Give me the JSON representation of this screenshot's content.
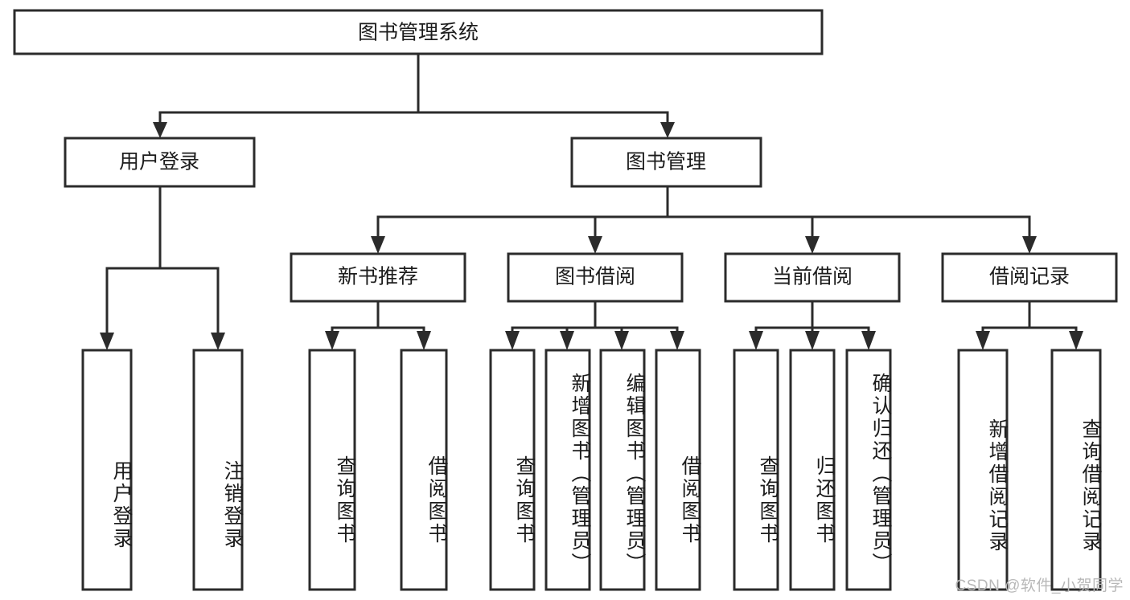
{
  "diagram": {
    "title": "图书管理系统",
    "watermark": "CSDN @软件_小贺同学",
    "colors": {
      "box_stroke": "#2b2b2b",
      "box_fill": "#ffffff",
      "text": "#1c1c1c",
      "background": "#ffffff",
      "watermark": "#b8b8b8"
    },
    "levels": {
      "root": {
        "label": "图书管理系统"
      },
      "level2": [
        {
          "label": "用户登录"
        },
        {
          "label": "图书管理"
        }
      ],
      "level3": [
        {
          "label": "新书推荐"
        },
        {
          "label": "图书借阅"
        },
        {
          "label": "当前借阅"
        },
        {
          "label": "借阅记录"
        }
      ],
      "leaves": [
        {
          "label": "用户登录",
          "parent": "用户登录"
        },
        {
          "label": "注销登录",
          "parent": "用户登录"
        },
        {
          "label": "查询图书",
          "parent": "新书推荐"
        },
        {
          "label": "借阅图书",
          "parent": "新书推荐"
        },
        {
          "label": "查询图书",
          "parent": "图书借阅"
        },
        {
          "label": "新增图书（管理员）",
          "parent": "图书借阅"
        },
        {
          "label": "编辑图书（管理员）",
          "parent": "图书借阅"
        },
        {
          "label": "借阅图书",
          "parent": "图书借阅"
        },
        {
          "label": "查询图书",
          "parent": "当前借阅"
        },
        {
          "label": "归还图书",
          "parent": "当前借阅"
        },
        {
          "label": "确认归还（管理员）",
          "parent": "当前借阅"
        },
        {
          "label": "新增借阅记录",
          "parent": "借阅记录"
        },
        {
          "label": "查询借阅记录",
          "parent": "借阅记录"
        }
      ]
    }
  },
  "chart_data": {
    "type": "diagram",
    "title": "图书管理系统",
    "structure": "tree",
    "nodes": [
      {
        "id": "n0",
        "label": "图书管理系统",
        "level": 0,
        "parent": null
      },
      {
        "id": "n1",
        "label": "用户登录",
        "level": 1,
        "parent": "n0"
      },
      {
        "id": "n2",
        "label": "图书管理",
        "level": 1,
        "parent": "n0"
      },
      {
        "id": "n3",
        "label": "用户登录",
        "level": 2,
        "parent": "n1"
      },
      {
        "id": "n4",
        "label": "注销登录",
        "level": 2,
        "parent": "n1"
      },
      {
        "id": "n5",
        "label": "新书推荐",
        "level": 2,
        "parent": "n2"
      },
      {
        "id": "n6",
        "label": "图书借阅",
        "level": 2,
        "parent": "n2"
      },
      {
        "id": "n7",
        "label": "当前借阅",
        "level": 2,
        "parent": "n2"
      },
      {
        "id": "n8",
        "label": "借阅记录",
        "level": 2,
        "parent": "n2"
      },
      {
        "id": "n9",
        "label": "查询图书",
        "level": 3,
        "parent": "n5"
      },
      {
        "id": "n10",
        "label": "借阅图书",
        "level": 3,
        "parent": "n5"
      },
      {
        "id": "n11",
        "label": "查询图书",
        "level": 3,
        "parent": "n6"
      },
      {
        "id": "n12",
        "label": "新增图书（管理员）",
        "level": 3,
        "parent": "n6"
      },
      {
        "id": "n13",
        "label": "编辑图书（管理员）",
        "level": 3,
        "parent": "n6"
      },
      {
        "id": "n14",
        "label": "借阅图书",
        "level": 3,
        "parent": "n6"
      },
      {
        "id": "n15",
        "label": "查询图书",
        "level": 3,
        "parent": "n7"
      },
      {
        "id": "n16",
        "label": "归还图书",
        "level": 3,
        "parent": "n7"
      },
      {
        "id": "n17",
        "label": "确认归还（管理员）",
        "level": 3,
        "parent": "n7"
      },
      {
        "id": "n18",
        "label": "新增借阅记录",
        "level": 3,
        "parent": "n8"
      },
      {
        "id": "n19",
        "label": "查询借阅记录",
        "level": 3,
        "parent": "n8"
      }
    ]
  }
}
